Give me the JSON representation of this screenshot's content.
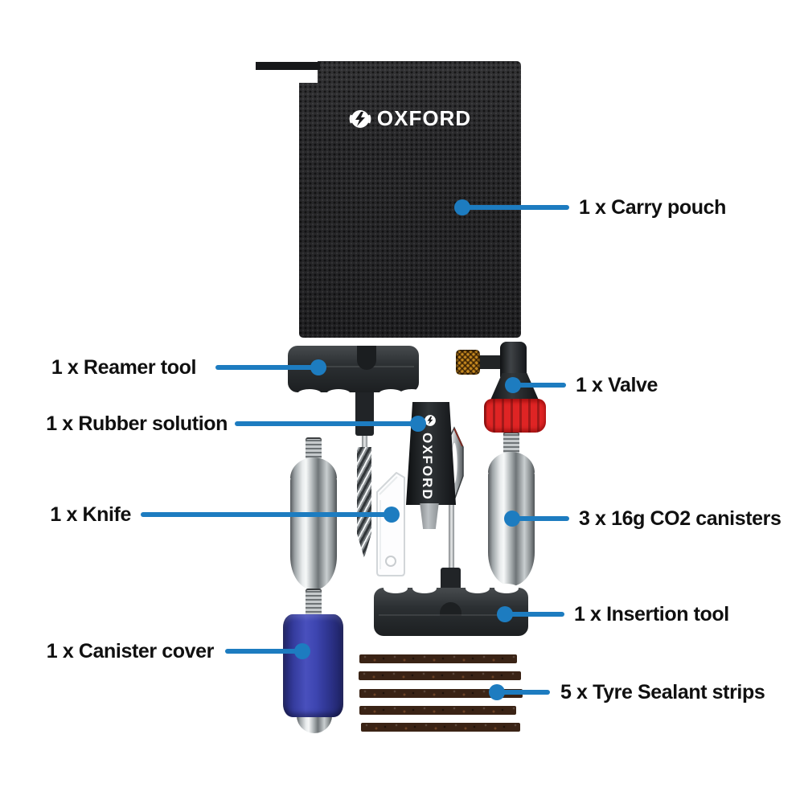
{
  "brand": {
    "pouch_logo": "OXFORD",
    "tube_logo": "OXFORD"
  },
  "callouts": {
    "carry_pouch": "1 x Carry pouch",
    "reamer_tool": "1 x Reamer tool",
    "valve": "1 x Valve",
    "rubber_solution": "1 x Rubber solution",
    "knife": "1 x Knife",
    "co2_canisters": "3 x 16g CO2 canisters",
    "insertion_tool": "1 x Insertion tool",
    "canister_cover": "1 x Canister cover",
    "sealant_strips": "5 x Tyre Sealant strips"
  },
  "colors": {
    "accent_blue": "#1d7cc0",
    "label_text": "#101010",
    "pouch_black": "#29292b",
    "valve_red": "#df2424",
    "valve_brass": "#c6891f",
    "cover_blue": "#3a41ab",
    "strip_brown": "#3a2315",
    "canister_silver": "#c9ced0"
  }
}
